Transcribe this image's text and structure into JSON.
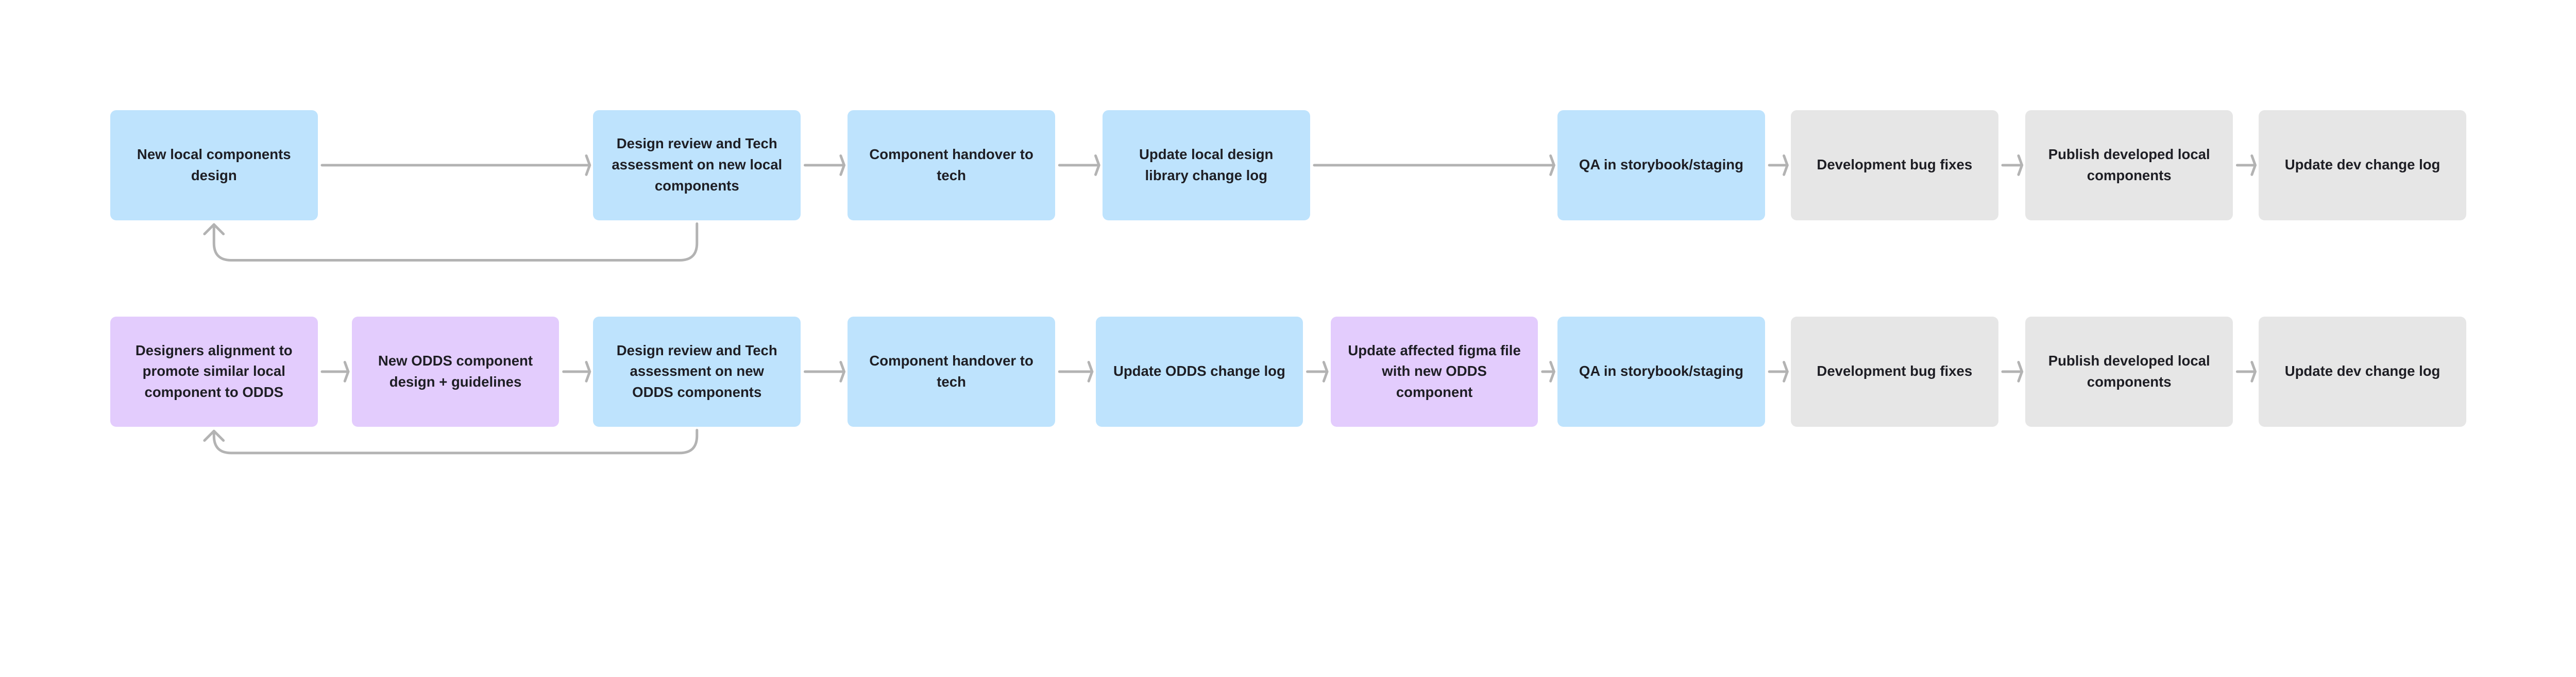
{
  "colors": {
    "design_step": "#bee3fd",
    "odds_step": "#e3ccfd",
    "dev_step": "#e6e6e6",
    "connector": "#b3b3b3"
  },
  "rows": [
    {
      "steps": [
        {
          "label": "New local components design",
          "kind": "blue"
        },
        {
          "label": "Design review and Tech assessment on new local components",
          "kind": "blue"
        },
        {
          "label": "Component handover to tech",
          "kind": "blue"
        },
        {
          "label": "Update local design library change log",
          "kind": "blue"
        },
        {
          "label": "QA in storybook/staging",
          "kind": "blue"
        },
        {
          "label": "Development bug fixes",
          "kind": "gray"
        },
        {
          "label": "Publish developed local components",
          "kind": "gray"
        },
        {
          "label": "Update dev change log",
          "kind": "gray"
        }
      ]
    },
    {
      "steps": [
        {
          "label": "Designers alignment to promote similar local component to ODDS",
          "kind": "purple"
        },
        {
          "label": "New ODDS component design + guidelines",
          "kind": "purple"
        },
        {
          "label": "Design review and Tech assessment on new ODDS components",
          "kind": "blue"
        },
        {
          "label": "Component handover to tech",
          "kind": "blue"
        },
        {
          "label": "Update ODDS change log",
          "kind": "blue"
        },
        {
          "label": "Update affected figma file with new ODDS component",
          "kind": "purple"
        },
        {
          "label": "QA in storybook/staging",
          "kind": "blue"
        },
        {
          "label": "Development bug fixes",
          "kind": "gray"
        },
        {
          "label": "Publish developed local components",
          "kind": "gray"
        },
        {
          "label": "Update dev change log",
          "kind": "gray"
        }
      ]
    }
  ]
}
